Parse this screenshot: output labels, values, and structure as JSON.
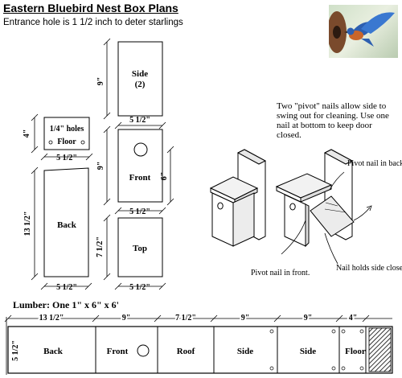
{
  "title": "Eastern Bluebird Nest Box Plans",
  "subtitle": "Entrance hole is 1 1/2 inch to deter starlings",
  "photo_alt": "Eastern bluebird in flight",
  "pieces": {
    "side": {
      "label": "Side",
      "sublabel": "(2)",
      "height_dim": "9\"",
      "width_dim": "5 1/2\""
    },
    "floor": {
      "label_holes": "1/4\" holes",
      "label": "Floor",
      "height_dim": "4\"",
      "width_dim": "5 1/2\""
    },
    "front": {
      "label": "Front",
      "height_dim": "9\"",
      "hole_dim": "6\"",
      "width_dim": "5 1/2\""
    },
    "back": {
      "label": "Back",
      "height_dim": "13 1/2\"",
      "width_dim": "5 1/2\""
    },
    "top": {
      "label": "Top",
      "height_dim": "7 1/2\"",
      "width_dim": "5 1/2\""
    }
  },
  "notes": {
    "pivot_note": "Two \"pivot\" nails allow side to swing out for cleaning. Use one nail at bottom to keep door closed.",
    "pivot_back": "Pivot nail in back.",
    "pivot_front": "Pivot nail in front.",
    "nail_holds": "Nail holds side closed."
  },
  "lumber": {
    "label": "Lumber: One 1\" x 6\" x 6'",
    "board_width": "5 1/2\"",
    "segments": [
      {
        "label": "Back",
        "length": "13 1/2\""
      },
      {
        "label": "Front",
        "length": "9\""
      },
      {
        "label": "Roof",
        "length": "7 1/2\""
      },
      {
        "label": "Side",
        "length": "9\""
      },
      {
        "label": "Side",
        "length": "9\""
      },
      {
        "label": "Floor",
        "length": "4\""
      }
    ]
  }
}
